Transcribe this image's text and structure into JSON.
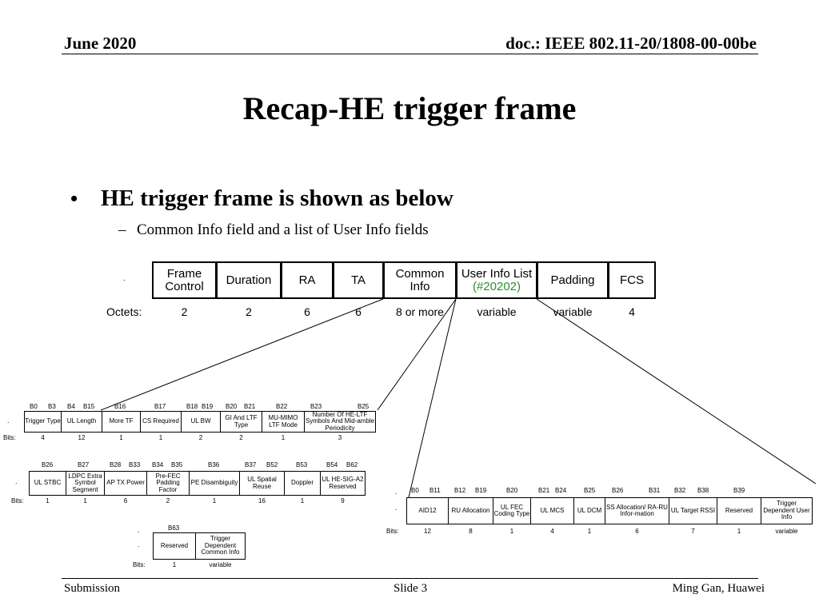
{
  "header": {
    "date": "June 2020",
    "doc": "doc.: IEEE 802.11-20/1808-00-00be"
  },
  "title": "Recap-HE trigger frame",
  "bullet": "HE trigger frame is shown as below",
  "sub_bullet": "Common Info field and a list of User Info fields",
  "sub_dash": "–",
  "main_frame": {
    "fields": [
      "Frame Control",
      "Duration",
      "RA",
      "TA",
      "Common Info",
      "User Info List",
      "Padding",
      "FCS"
    ],
    "user_info_ref": "(#20202)",
    "octets_label": "Octets:",
    "octets": [
      "2",
      "2",
      "6",
      "6",
      "8 or more",
      "variable",
      "variable",
      "4"
    ]
  },
  "common_info": {
    "row1": {
      "bit_labels": [
        "B0",
        "B3",
        "B4",
        "B15",
        "B16",
        "B17",
        "B18",
        "B19",
        "B20",
        "B21",
        "B22",
        "B23",
        "B25"
      ],
      "fields": [
        "Trigger Type",
        "UL Length",
        "More TF",
        "CS Required",
        "UL BW",
        "GI And LTF Type",
        "MU-MIMO LTF Mode",
        "Number Of HE-LTF Symbols And Mid-amble Periodicity"
      ],
      "bits_label": "Bits:",
      "bits": [
        "4",
        "12",
        "1",
        "1",
        "2",
        "2",
        "1",
        "3"
      ]
    },
    "row2": {
      "bit_labels": [
        "B26",
        "B27",
        "B28",
        "B33",
        "B34",
        "B35",
        "B36",
        "B37",
        "B52",
        "B53",
        "B54",
        "B62"
      ],
      "fields": [
        "UL STBC",
        "LDPC Extra Symbol Segment",
        "AP TX Power",
        "Pre-FEC Padding Factor",
        "PE Disambiguity",
        "UL Spatial Reuse",
        "Doppler",
        "UL HE-SIG-A2 Reserved"
      ],
      "bits_label": "Bits:",
      "bits": [
        "1",
        "1",
        "6",
        "2",
        "1",
        "16",
        "1",
        "9"
      ]
    },
    "row3": {
      "bit_labels": [
        "B63"
      ],
      "fields": [
        "Reserved",
        "Trigger Dependent Common Info"
      ],
      "bits_label": "Bits:",
      "bits": [
        "1",
        "variable"
      ]
    }
  },
  "user_info": {
    "bit_labels": [
      "B0",
      "B11",
      "B12",
      "B19",
      "B20",
      "B21",
      "B24",
      "B25",
      "B26",
      "B31",
      "B32",
      "B38",
      "B39"
    ],
    "fields": [
      "AID12",
      "RU Allocation",
      "UL FEC Coding Type",
      "UL MCS",
      "UL DCM",
      "SS Allocation/ RA-RU Infor-mation",
      "UL Target RSSI",
      "Reserved",
      "Trigger Dependent User Info"
    ],
    "bits_label": "Bits:",
    "bits": [
      "12",
      "8",
      "1",
      "4",
      "1",
      "6",
      "7",
      "1",
      "variable"
    ]
  },
  "footer": {
    "left": "Submission",
    "center": "Slide 3",
    "right": "Ming Gan, Huawei"
  }
}
